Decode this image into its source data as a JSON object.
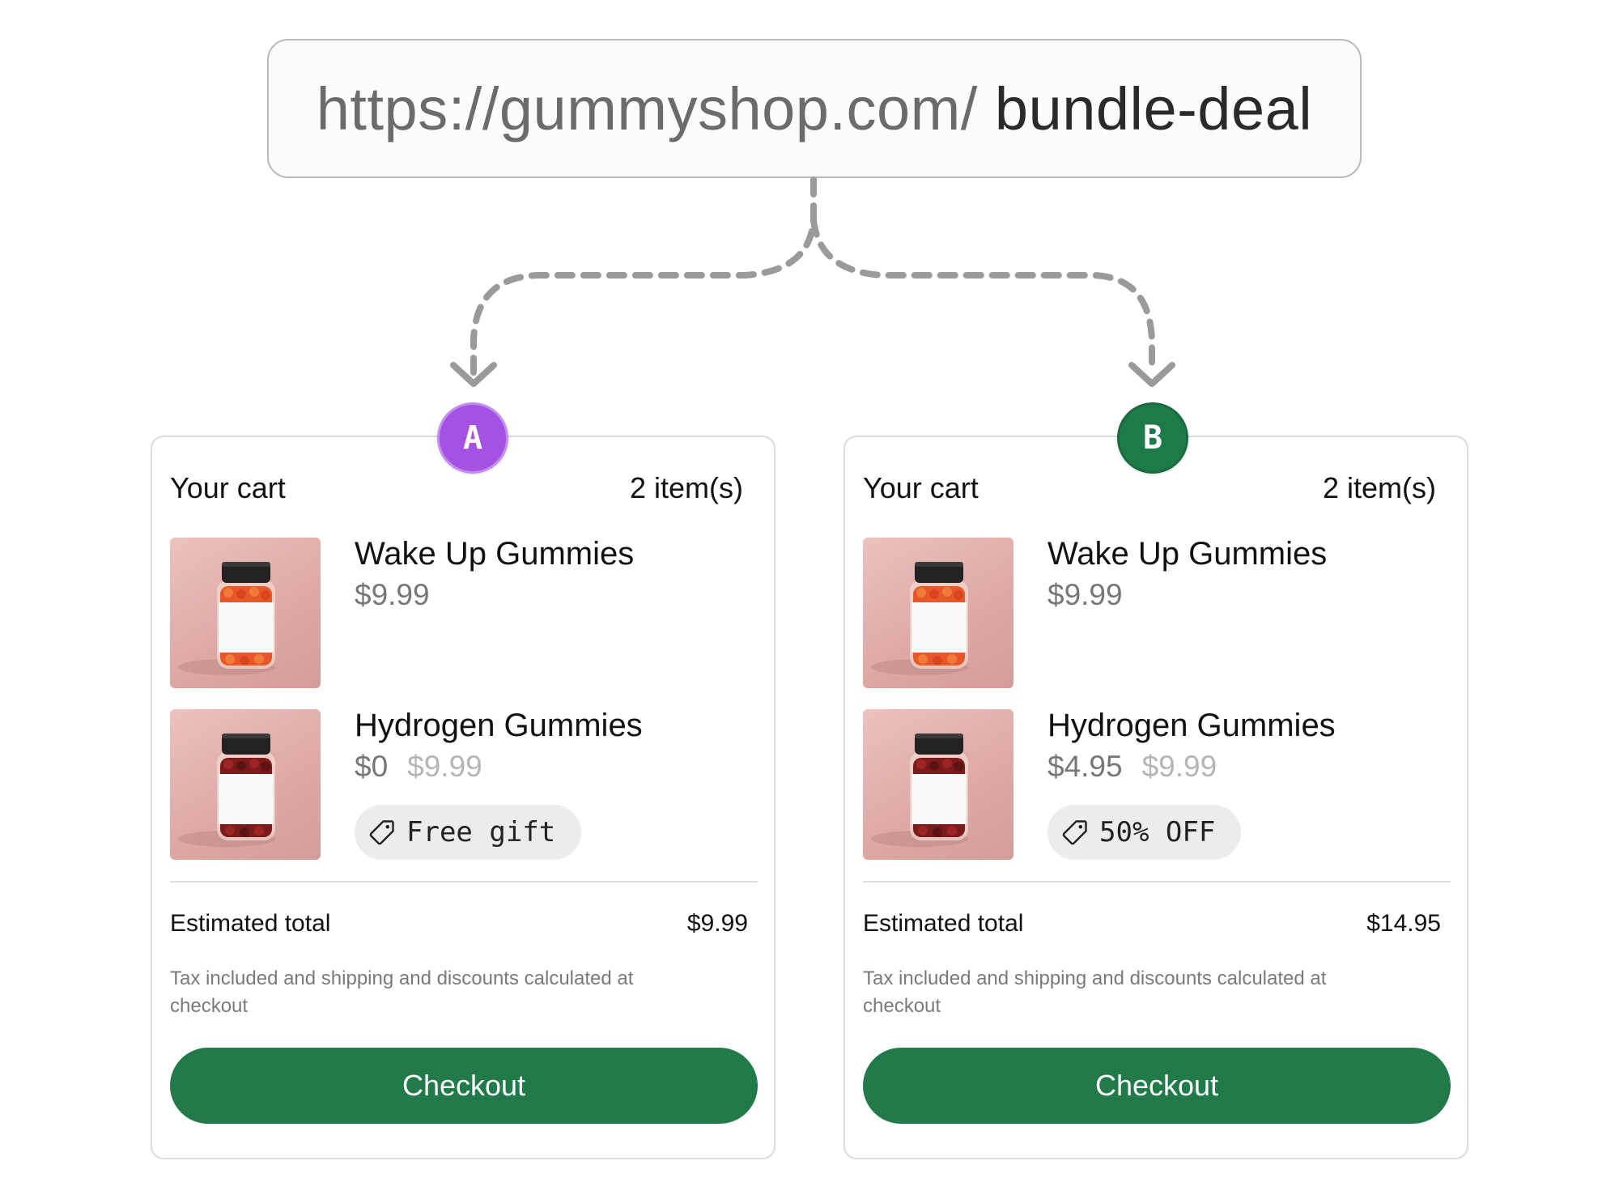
{
  "url": {
    "base": "https://gummyshop.com/",
    "path": " bundle-deal"
  },
  "colors": {
    "variant_a": "#a552e3",
    "variant_b": "#1f7a49",
    "checkout_button": "#227a4a",
    "connector": "#9a9a9a"
  },
  "variants": {
    "a": {
      "badge": "A",
      "cart_title": "Your cart",
      "item_count": "2 item(s)",
      "items": [
        {
          "name": "Wake Up Gummies",
          "price": "$9.99",
          "icon": "orange-gummy-jar-photo"
        },
        {
          "name": "Hydrogen Gummies",
          "price": "$0",
          "original_price": "$9.99",
          "tag": "Free gift",
          "tag_icon": "price-tag-icon",
          "icon": "red-gummy-jar-photo"
        }
      ],
      "total_label": "Estimated total",
      "total_value": "$9.99",
      "tax_note": "Tax included and shipping and discounts calculated at checkout",
      "checkout_label": "Checkout"
    },
    "b": {
      "badge": "B",
      "cart_title": "Your cart",
      "item_count": "2 item(s)",
      "items": [
        {
          "name": "Wake Up Gummies",
          "price": "$9.99",
          "icon": "orange-gummy-jar-photo"
        },
        {
          "name": "Hydrogen Gummies",
          "price": "$4.95",
          "original_price": "$9.99",
          "tag": "50% OFF",
          "tag_icon": "price-tag-icon",
          "icon": "red-gummy-jar-photo"
        }
      ],
      "total_label": "Estimated total",
      "total_value": "$14.95",
      "tax_note": "Tax included and shipping and discounts calculated at checkout",
      "checkout_label": "Checkout"
    }
  }
}
